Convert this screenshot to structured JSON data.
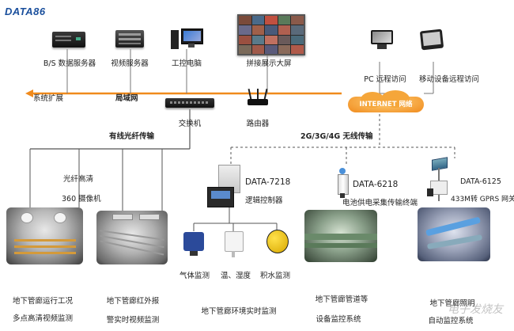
{
  "logo": "DATA86",
  "devices": {
    "bs_server": "B/S 数据服务器",
    "video_server": "视频服务器",
    "ipc": "工控电脑",
    "video_wall": "拼接展示大屏",
    "pc_remote": "PC 远程访问",
    "mobile_remote": "移动设备远程访问"
  },
  "network": {
    "system_expand": "系统扩展",
    "lan": "局域网",
    "internet": "INTERNET 网络",
    "switch": "交换机",
    "router": "路由器",
    "fiber": "有线光纤传输",
    "wireless": "2G/3G/4G 无线传输"
  },
  "camera": {
    "line1": "光纤高清",
    "line2": "360 摄像机"
  },
  "controller": {
    "model": "DATA-7218",
    "name": "逻辑控制器"
  },
  "data6218": {
    "model": "DATA-6218",
    "name": "电池供电采集传输终端"
  },
  "data6125": {
    "model": "DATA-6125",
    "name": "433M转 GPRS 网关"
  },
  "sensors": {
    "gas": "气体监测",
    "temp": "温、湿度",
    "water": "积水监测"
  },
  "captions": {
    "tunnel1_a": "地下管廊运行工况",
    "tunnel1_b": "多点高清视频监测",
    "tunnel2_a": "地下管廊红外报",
    "tunnel2_b": "警实时视频监测",
    "env": "地下管廊环境实时监测",
    "pipe_a": "地下管廊管道等",
    "pipe_b": "设备监控系统",
    "light_a": "地下管廊照明",
    "light_b": "自动监控系统"
  },
  "watermark": "电子发烧友",
  "colors": {
    "accent_orange": "#f08a1c",
    "brand_blue": "#1a4f9c",
    "line_gray": "#666666"
  }
}
